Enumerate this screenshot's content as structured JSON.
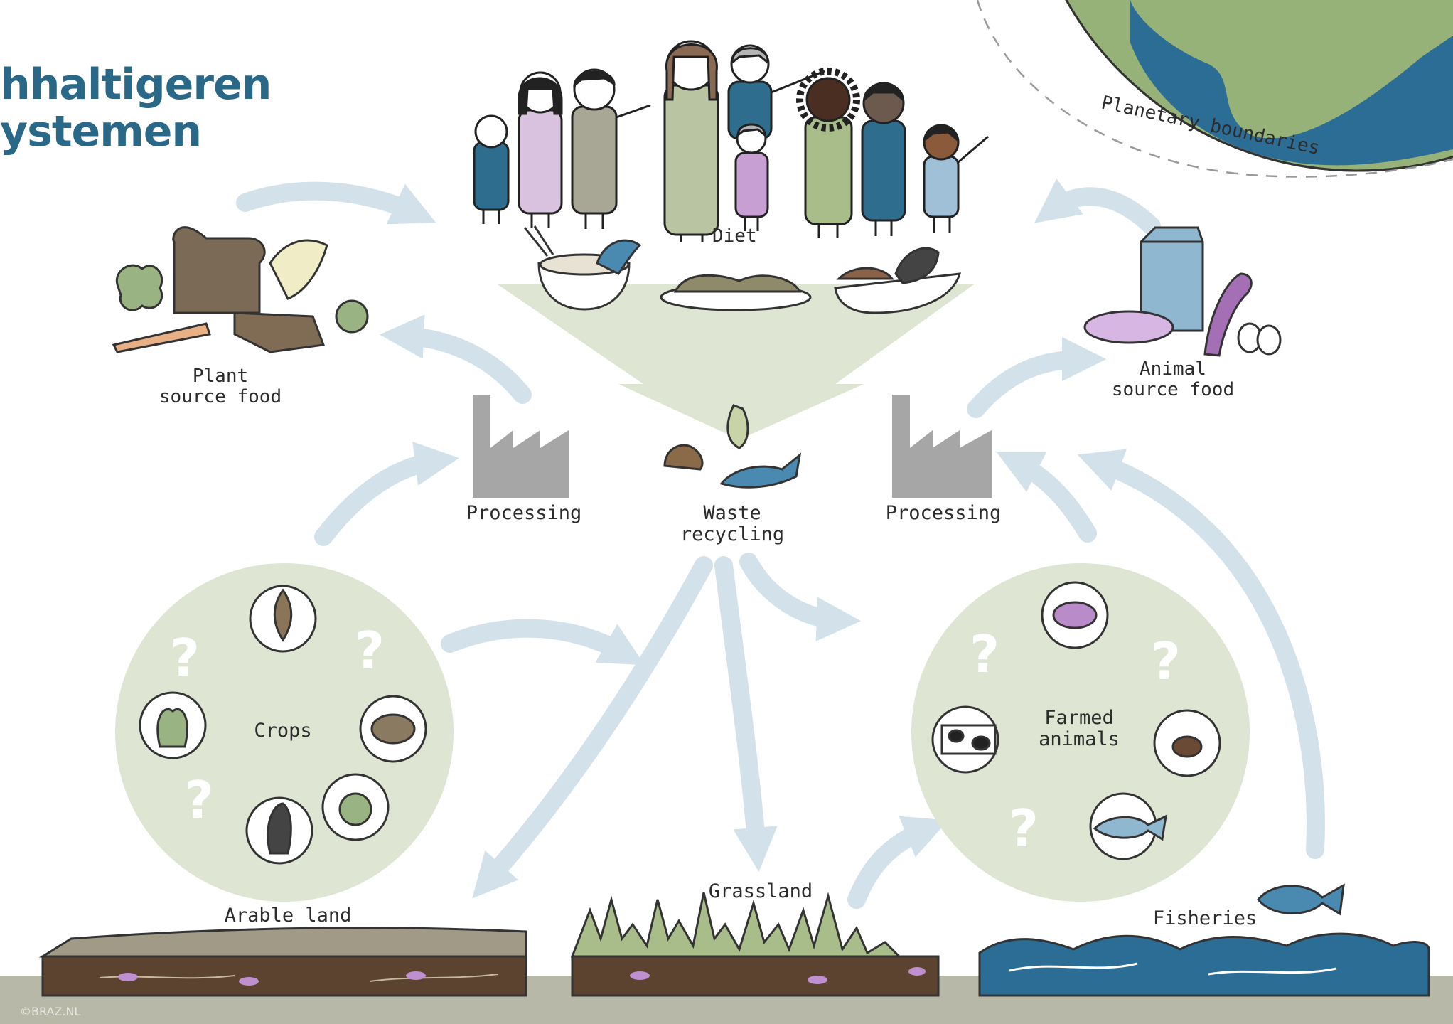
{
  "title": {
    "line1": "hhaltigeren",
    "line2": "ystemen"
  },
  "labels": {
    "planetary": "Planetary boundaries",
    "diet": "Diet",
    "plant_1": "Plant",
    "plant_2": "source food",
    "animal_1": "Animal",
    "animal_2": "source food",
    "processing_left": "Processing",
    "processing_right": "Processing",
    "waste_1": "Waste",
    "waste_2": "recycling",
    "crops": "Crops",
    "farmed_1": "Farmed",
    "farmed_2": "animals",
    "arable": "Arable land",
    "grassland": "Grassland",
    "fisheries": "Fisheries",
    "question": "?",
    "credit": "©BRAZ.NL"
  },
  "colors": {
    "arrow": "#d3e2ea",
    "circle": "#dfe5d3",
    "ground": "#b8b8a9",
    "factory": "#a6a6a6",
    "earth_land": "#96b278",
    "earth_water": "#2b6d95",
    "title": "#2a6887",
    "water": "#2b6d95",
    "soil": "#5b4330"
  }
}
